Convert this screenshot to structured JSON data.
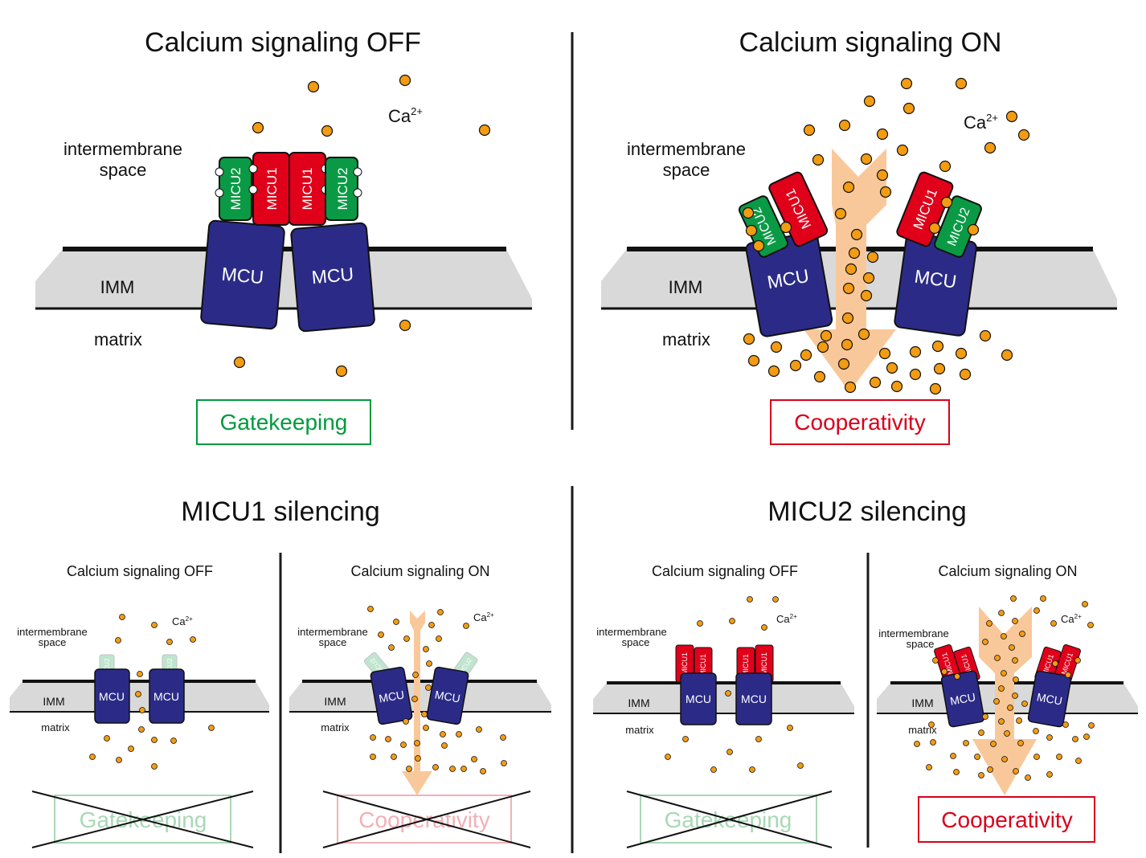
{
  "colors": {
    "calcium": "#f39c12",
    "mcu": "#2b2b87",
    "micu1": "#e0001a",
    "micu2": "#0a9a45",
    "membrane": "#d9d9d9",
    "flux": "#f9c89a",
    "gatekeeping": "#009a3e",
    "cooperativity": "#d8001a"
  },
  "panels": {
    "off": {
      "title": "Calcium signaling OFF",
      "ims_line1": "intermembrane",
      "ims_line2": "space",
      "imm": "IMM",
      "matrix": "matrix",
      "ion_base": "Ca",
      "ion_charge": "2+",
      "mcu_left": "MCU",
      "mcu_right": "MCU",
      "micu2_left": "MICU2",
      "micu1_left": "MICU1",
      "micu1_right": "MICU1",
      "micu2_right": "MICU2",
      "box": "Gatekeeping"
    },
    "on": {
      "title": "Calcium signaling ON",
      "ims_line1": "intermembrane",
      "ims_line2": "space",
      "imm": "IMM",
      "matrix": "matrix",
      "ion_base": "Ca",
      "ion_charge": "2+",
      "mcu_left": "MCU",
      "mcu_right": "MCU",
      "micu2_left": "MICU2",
      "micu1_left": "MICU1",
      "micu1_right": "MICU1",
      "micu2_right": "MICU2",
      "box": "Cooperativity"
    },
    "micu1_silencing": {
      "title": "MICU1 silencing",
      "off": {
        "title": "Calcium signaling OFF",
        "ims_line1": "intermembrane",
        "ims_line2": "space",
        "imm": "IMM",
        "matrix": "matrix",
        "ion_base": "Ca",
        "ion_charge": "2+",
        "mcu_left": "MCU",
        "mcu_right": "MCU",
        "micu_left": "MICU2",
        "micu_right": "MICU2",
        "box": "Gatekeeping"
      },
      "on": {
        "title": "Calcium signaling ON",
        "ims_line1": "intermembrane",
        "ims_line2": "space",
        "imm": "IMM",
        "matrix": "matrix",
        "ion_base": "Ca",
        "ion_charge": "2+",
        "mcu_left": "MCU",
        "mcu_right": "MCU",
        "micu_left": "MICU2",
        "micu_right": "MICU2",
        "box": "Cooperativity"
      }
    },
    "micu2_silencing": {
      "title": "MICU2 silencing",
      "off": {
        "title": "Calcium signaling OFF",
        "ims_line1": "intermembrane",
        "ims_line2": "space",
        "imm": "IMM",
        "matrix": "matrix",
        "ion_base": "Ca",
        "ion_charge": "2+",
        "mcu_left": "MCU",
        "mcu_right": "MCU",
        "micu_1": "MICU1",
        "micu_2": "MICU1",
        "micu_3": "MICU1",
        "micu_4": "MICU1",
        "box": "Gatekeeping"
      },
      "on": {
        "title": "Calcium signaling ON",
        "ims_line1": "intermembrane",
        "ims_line2": "space",
        "imm": "IMM",
        "matrix": "matrix",
        "ion_base": "Ca",
        "ion_charge": "2+",
        "mcu_left": "MCU",
        "mcu_right": "MCU",
        "micu_1": "MICU1",
        "micu_2": "MICU1",
        "micu_3": "MICU1",
        "micu_4": "MICU1",
        "box": "Cooperativity"
      }
    }
  }
}
